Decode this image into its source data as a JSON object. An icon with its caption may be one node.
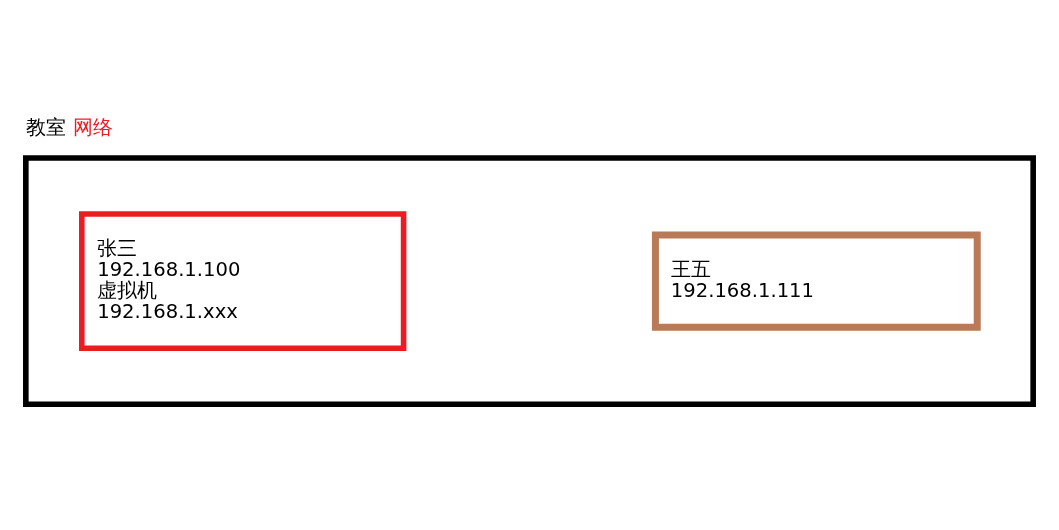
{
  "diagram": {
    "title": "教室 网络",
    "nodes": [
      {
        "text": [],
        "shape": "box"
      },
      {
        "text": [
          "张三",
          "192.168.1.100",
          "虚拟机",
          "192.168.1.xxx"
        ],
        "in": 0
      },
      {
        "text": [
          "王五",
          "192.168.1.111"
        ],
        "in": 0
      }
    ],
    "edges": []
  }
}
